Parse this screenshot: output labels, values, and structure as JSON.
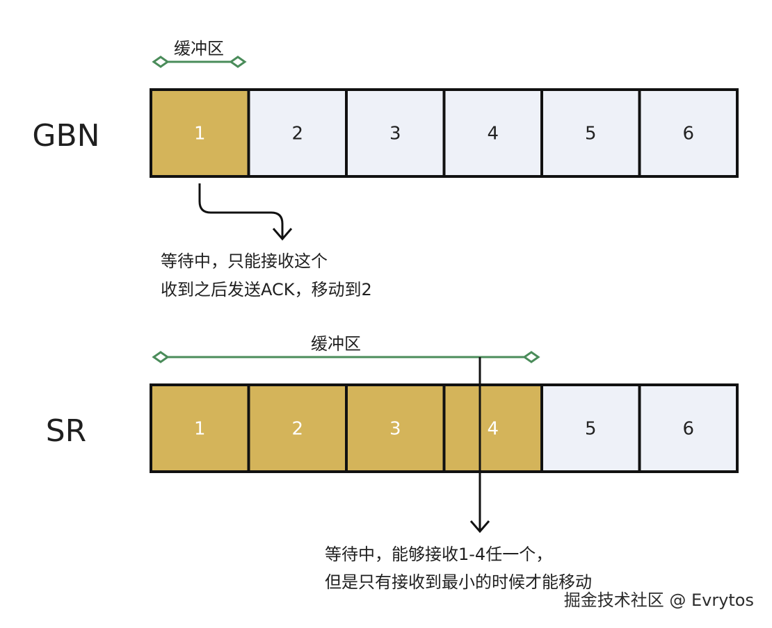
{
  "colors": {
    "filled": "#d4b45a",
    "empty": "#eef1f8",
    "border": "#111111",
    "buffer_line": "#4a8c5a",
    "arrow": "#111111",
    "filled_text": "#ffffff",
    "empty_text": "#222222"
  },
  "gbn": {
    "label": "GBN",
    "buffer_label": "缓冲区",
    "cells": [
      {
        "num": "1",
        "filled": true
      },
      {
        "num": "2",
        "filled": false
      },
      {
        "num": "3",
        "filled": false
      },
      {
        "num": "4",
        "filled": false
      },
      {
        "num": "5",
        "filled": false
      },
      {
        "num": "6",
        "filled": false
      }
    ],
    "note_line1": "等待中，只能接收这个",
    "note_line2": "收到之后发送ACK，移动到2"
  },
  "sr": {
    "label": "SR",
    "buffer_label": "缓冲区",
    "cells": [
      {
        "num": "1",
        "filled": true
      },
      {
        "num": "2",
        "filled": true
      },
      {
        "num": "3",
        "filled": true
      },
      {
        "num": "4",
        "filled": true
      },
      {
        "num": "5",
        "filled": false
      },
      {
        "num": "6",
        "filled": false
      }
    ],
    "note_line1": "等待中，能够接收1-4任一个，",
    "note_line2": "但是只有接收到最小的时候才能移动"
  },
  "watermark": "掘金技术社区 @ Evrytos"
}
